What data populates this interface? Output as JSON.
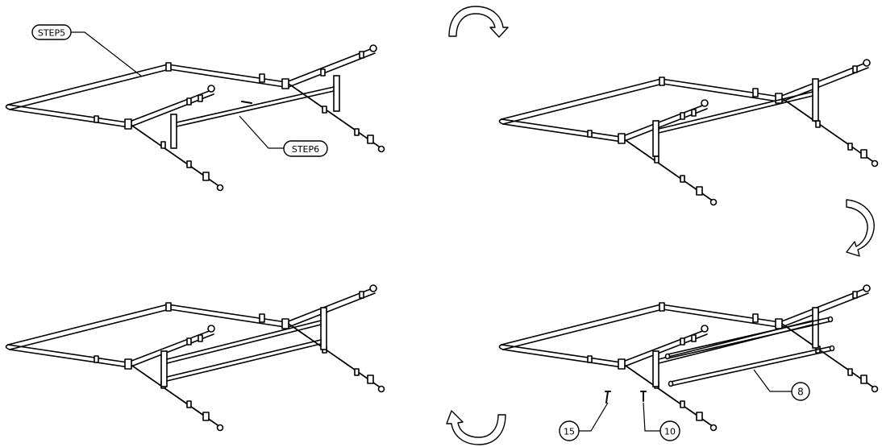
{
  "callouts": {
    "step5": "STEP5",
    "step6": "STEP6",
    "part8": "8",
    "part10": "10",
    "part15": "15"
  },
  "panels": [
    {
      "id": "panel-step5-step6",
      "stage": 1
    },
    {
      "id": "panel-crossbar-installed",
      "stage": 2
    },
    {
      "id": "panel-rear-crossbars",
      "stage": 3
    },
    {
      "id": "panel-parts-8-10-15",
      "stage": 4
    }
  ],
  "arrows": [
    "rotate-arrow-top",
    "rotate-arrow-right",
    "rotate-arrow-bottom"
  ],
  "colors": {
    "line": "#000000",
    "fill": "#ffffff",
    "background": "#ffffff"
  }
}
